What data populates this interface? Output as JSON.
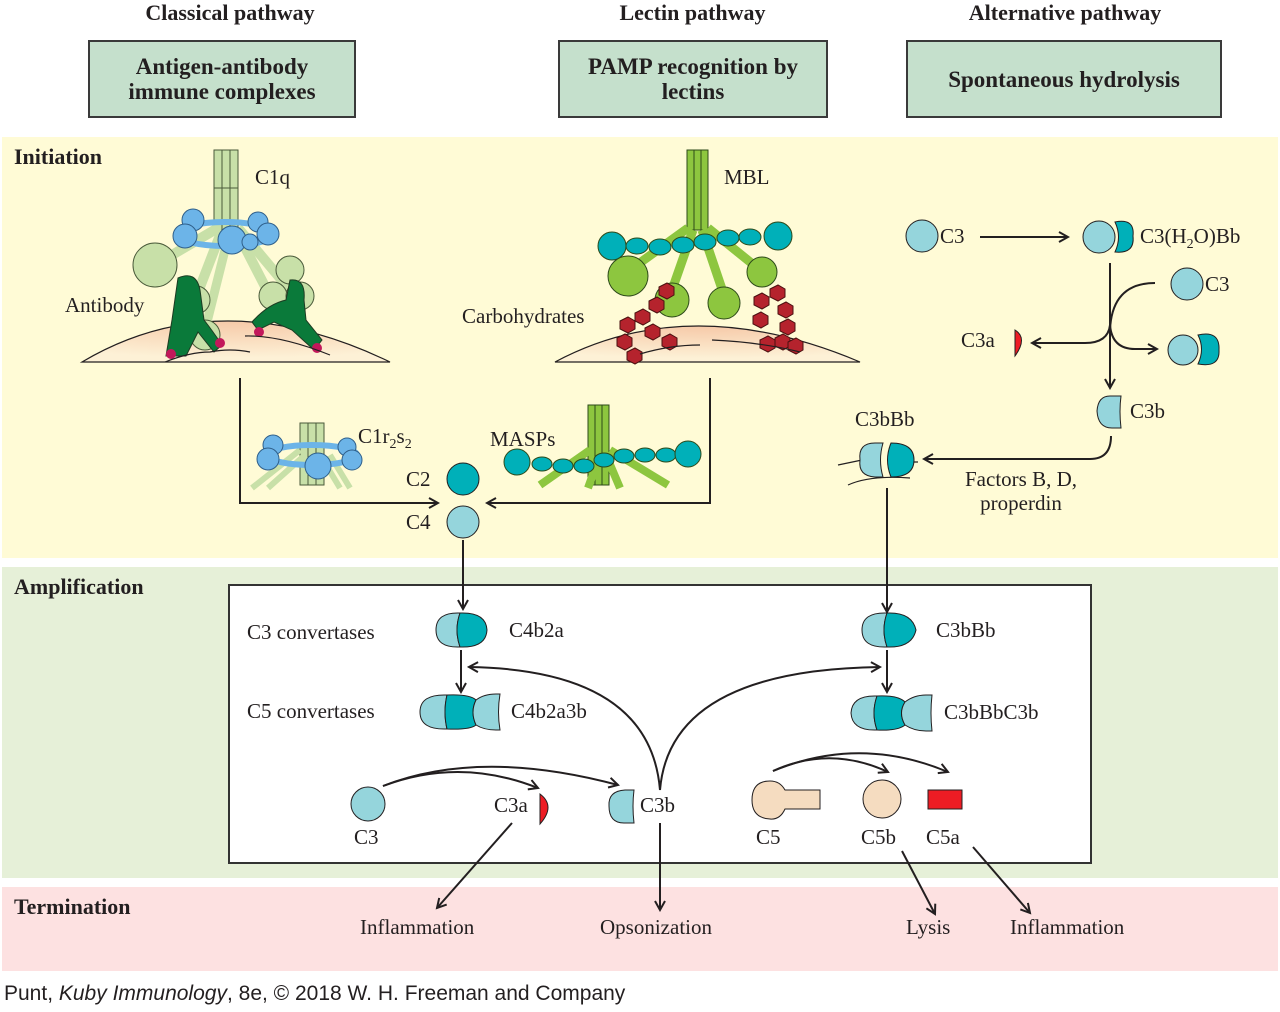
{
  "pathways": {
    "classical": {
      "title": "Classical pathway",
      "trigger": "Antigen-antibody immune complexes"
    },
    "lectin": {
      "title": "Lectin pathway",
      "trigger": "PAMP recognition by lectins"
    },
    "alternative": {
      "title": "Alternative pathway",
      "trigger": "Spontaneous hydrolysis"
    }
  },
  "stages": {
    "initiation": "Initiation",
    "amplification": "Amplification",
    "termination": "Termination"
  },
  "initiation": {
    "classical": {
      "c1q": "C1q",
      "antibody": "Antibody",
      "c1r2s2_base": "C1r",
      "c1r2s2_sub1": "2",
      "c1r2s2_mid": "s",
      "c1r2s2_sub2": "2"
    },
    "lectin": {
      "mbl": "MBL",
      "carbohydrates": "Carbohydrates",
      "masps": "MASPs"
    },
    "shared": {
      "c2": "C2",
      "c4": "C4"
    },
    "alternative": {
      "c3_start": "C3",
      "c3h2obb_pre": "C3(H",
      "c3h2obb_sub": "2",
      "c3h2obb_post": "O)Bb",
      "c3_second": "C3",
      "c3a": "C3a",
      "c3b": "C3b",
      "c3bbb": "C3bBb",
      "factors_line1": "Factors B, D,",
      "factors_line2": "properdin"
    }
  },
  "amplification": {
    "c3_convertases": "C3 convertases",
    "c5_convertases": "C5 convertases",
    "c4b2a": "C4b2a",
    "c4b2a3b": "C4b2a3b",
    "c3bbb": "C3bBb",
    "c3bbbc3b": "C3bBbC3b",
    "c3": "C3",
    "c3a": "C3a",
    "c3b": "C3b",
    "c5": "C5",
    "c5b": "C5b",
    "c5a": "C5a"
  },
  "termination": {
    "outcomes": [
      "Inflammation",
      "Opsonization",
      "Lysis",
      "Inflammation"
    ]
  },
  "caption": {
    "author": "Punt, ",
    "book": "Kuby Immunology",
    "rest": ", 8e, © 2018 W. H. Freeman and Company"
  },
  "colors": {
    "c3_light_teal": "#95d5dc",
    "dark_teal": "#00b0b9",
    "c1_blue": "#6cb4e8",
    "c1q_green": "#c8e0a8",
    "mbl_green": "#8dc63f",
    "antibody_green": "#0a7a3a",
    "carb_red": "#b5232d",
    "c3a_red": "#ed1c24",
    "c5_peach": "#f5dcc0",
    "membrane": "#f8cfb0"
  }
}
